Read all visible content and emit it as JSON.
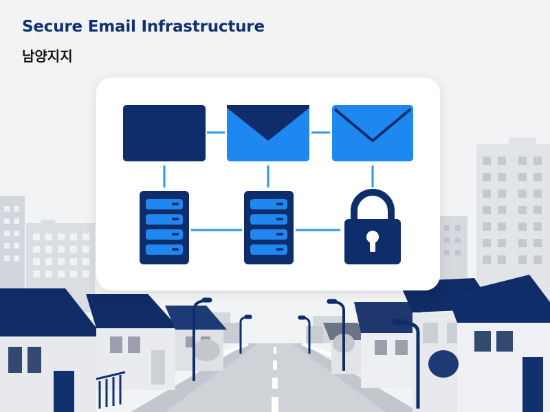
{
  "header": {
    "title": "Secure Email Infrastructure",
    "subtitle": "남양지지"
  },
  "colors": {
    "navy": "#0f2d6b",
    "blue": "#1f87f0",
    "connector": "#2a97ec",
    "card": "#ffffff",
    "background": "#f2f3f5",
    "building": "#c9ccd3",
    "building_light": "#e4e6ea"
  },
  "diagram": {
    "nodes": [
      {
        "id": "mailbox",
        "icon": "dark-envelope-icon"
      },
      {
        "id": "mail-1",
        "icon": "envelope-icon"
      },
      {
        "id": "mail-2",
        "icon": "envelope-outline-icon"
      },
      {
        "id": "server-1",
        "icon": "server-icon"
      },
      {
        "id": "server-2",
        "icon": "server-icon"
      },
      {
        "id": "lock",
        "icon": "padlock-icon"
      }
    ],
    "links": [
      [
        "mailbox",
        "mail-1"
      ],
      [
        "mail-1",
        "mail-2"
      ],
      [
        "mailbox",
        "server-1"
      ],
      [
        "mail-1",
        "server-2"
      ],
      [
        "mail-2",
        "lock"
      ],
      [
        "server-1",
        "server-2"
      ],
      [
        "server-2",
        "lock"
      ]
    ]
  }
}
